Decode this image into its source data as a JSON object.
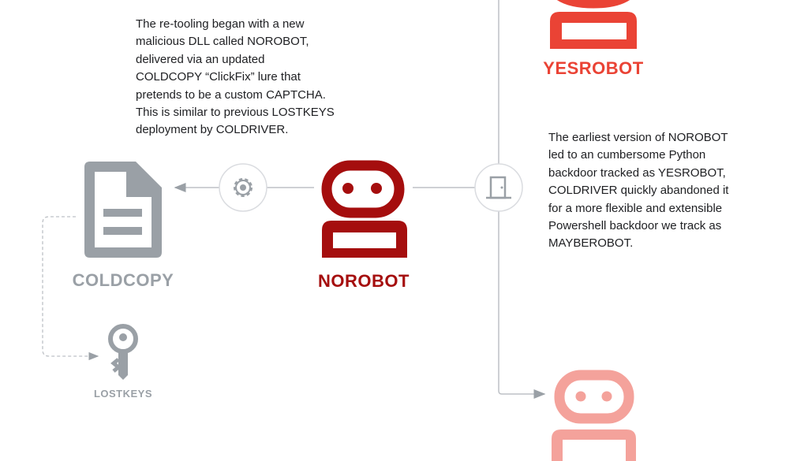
{
  "left_text": "The re-tooling began with a new\nmalicious DLL called NOROBOT,\ndelivered via an updated\nCOLDCOPY “ClickFix” lure that\npretends to be a custom CAPTCHA.\nThis is similar to previous LOSTKEYS\ndeployment by COLDRIVER.",
  "right_text": "The earliest version of NOROBOT\nled to an cumbersome Python\nbackdoor tracked as YESROBOT,\nCOLDRIVER quickly abandoned it\nfor a more flexible and extensible\nPowershell backdoor we track as\nMAYBEROBOT.",
  "nodes": {
    "coldcopy": {
      "label": "COLDCOPY",
      "icon": "document-icon",
      "color": "#9aa0a6"
    },
    "norobot": {
      "label": "NOROBOT",
      "icon": "robot-icon",
      "color": "#a50e0e"
    },
    "yesrobot": {
      "label": "YESROBOT",
      "icon": "robot-icon",
      "color": "#ea4335"
    },
    "lostkeys": {
      "label": "LOSTKEYS",
      "icon": "key-icon",
      "color": "#9aa0a6"
    },
    "mayberobot": {
      "icon": "robot-icon",
      "color": "#f4a29b"
    }
  },
  "connectors": {
    "gear": "gear-icon",
    "door": "door-icon"
  }
}
